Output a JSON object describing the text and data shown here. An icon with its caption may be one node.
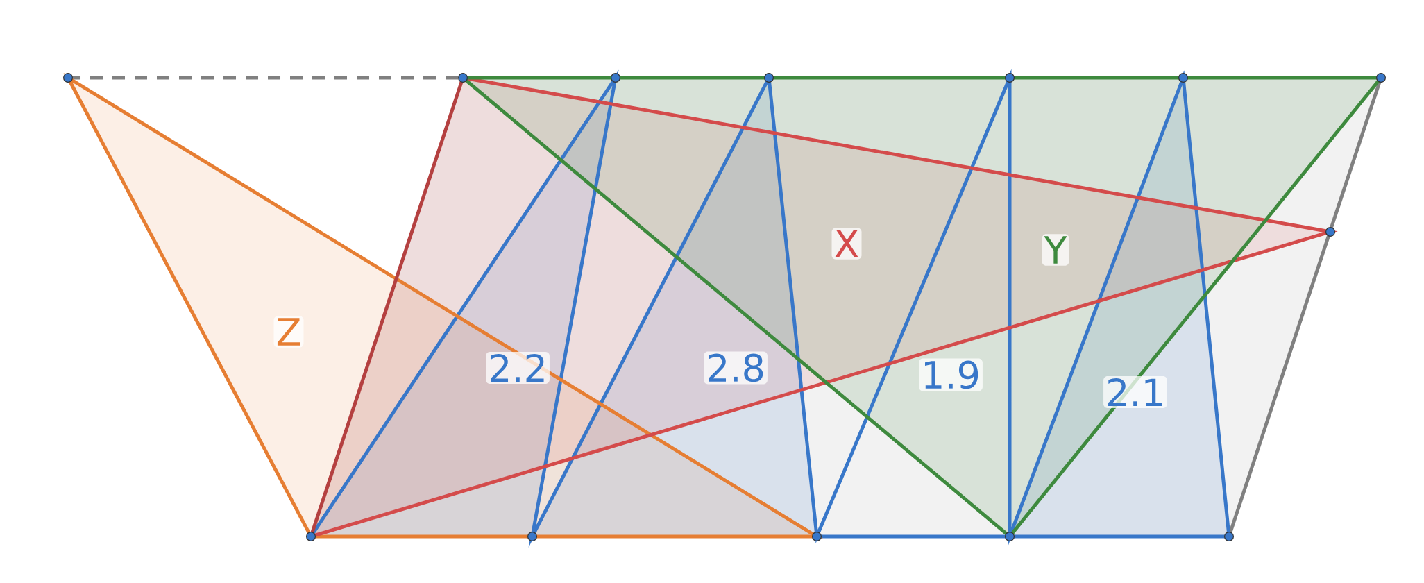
{
  "diagram": {
    "labels": [
      "Z",
      "X",
      "Y",
      "2.2",
      "2.8",
      "1.9",
      "2.1"
    ]
  }
}
